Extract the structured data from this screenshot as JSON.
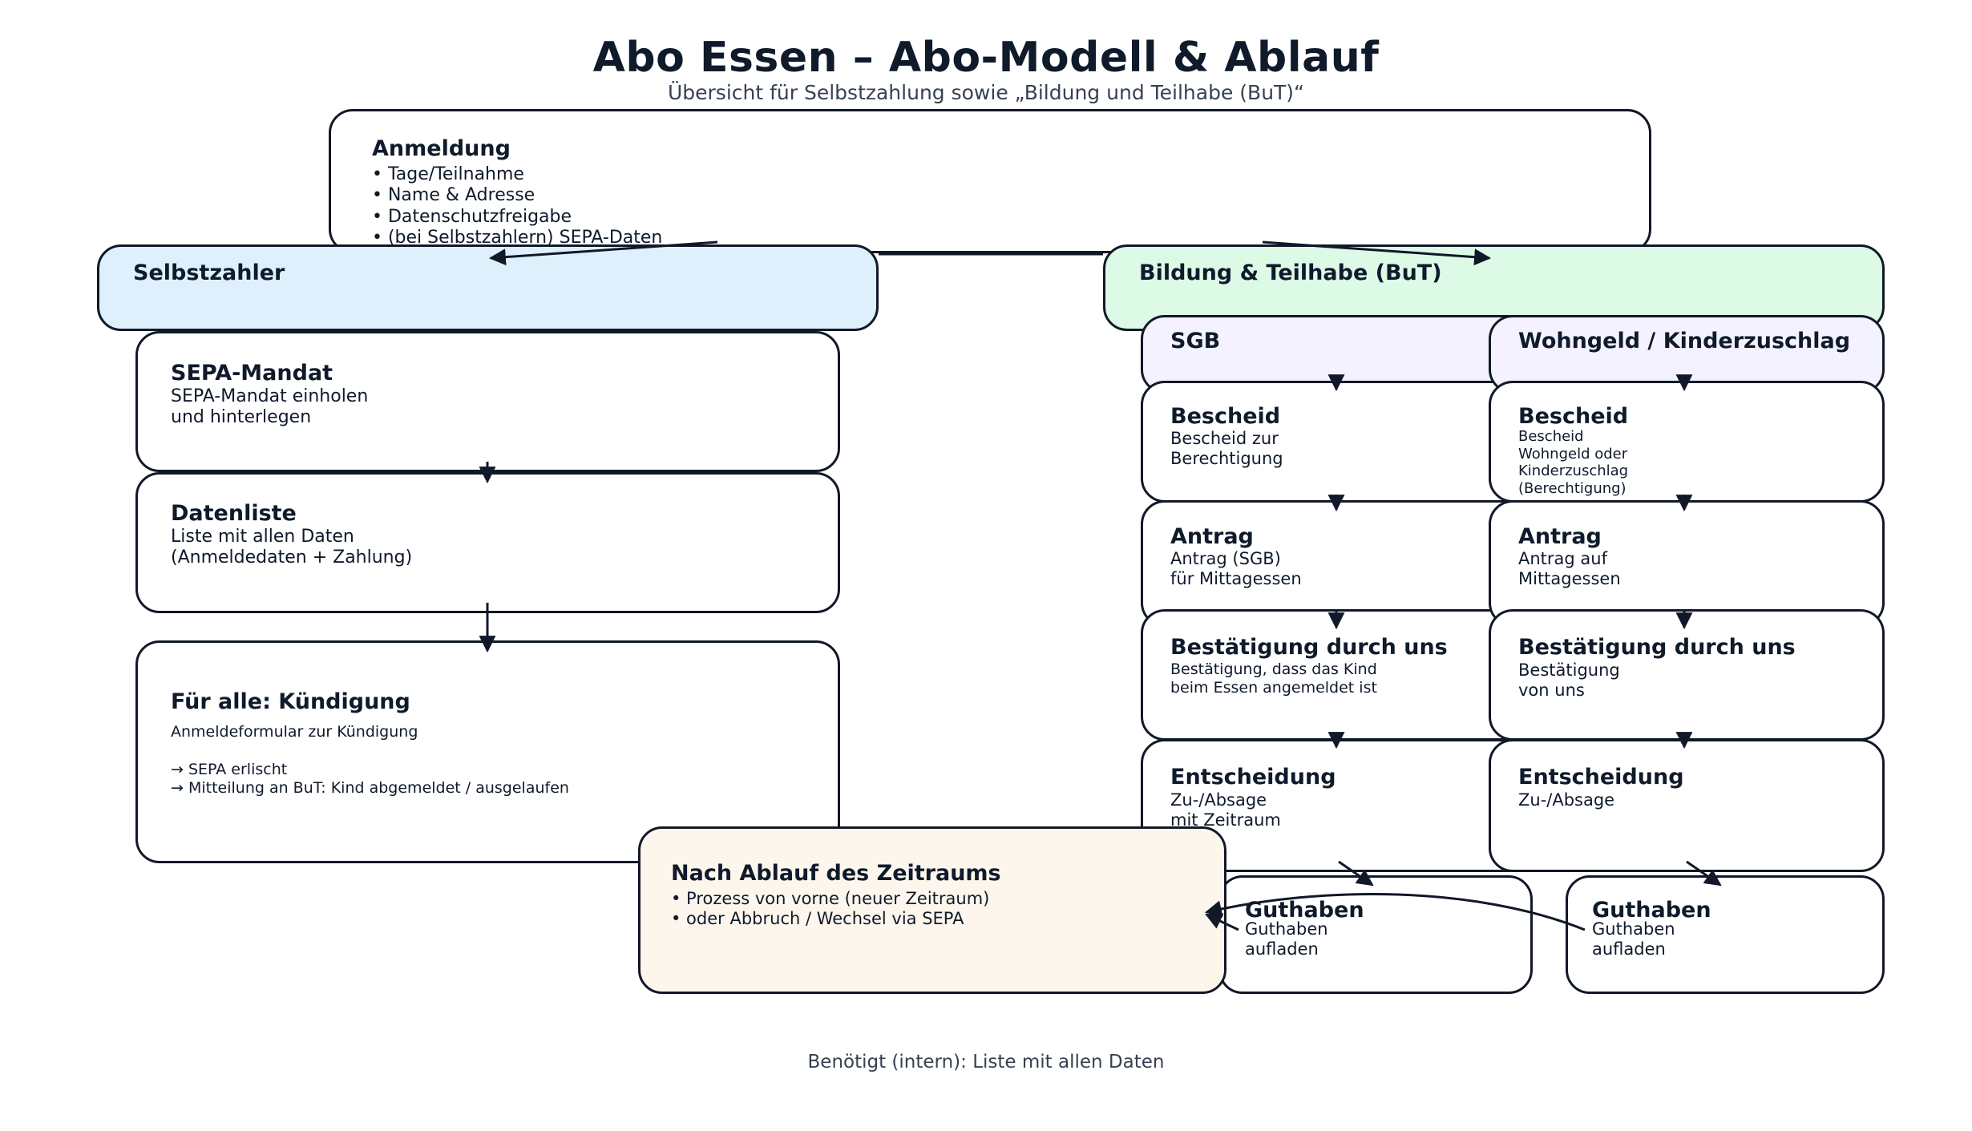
{
  "header": {
    "title": "Abo Essen – Abo-Modell & Ablauf",
    "subtitle": "Übersicht für Selbstzahlung sowie „Bildung und Teilhabe (BuT)“"
  },
  "anmeldung": {
    "title": "Anmeldung",
    "items": [
      "• Tage/Teilnahme",
      "• Name & Adresse",
      "• Datenschutzfreigabe",
      "• (bei Selbstzahlern) SEPA-Daten"
    ]
  },
  "selbstzahler": {
    "title": "Selbstzahler",
    "sepa": {
      "title": "SEPA-Mandat",
      "lines": [
        "SEPA-Mandat einholen",
        "und hinterlegen"
      ]
    },
    "datenliste": {
      "title": "Datenliste",
      "lines": [
        "Liste mit allen Daten",
        "(Anmeldedaten + Zahlung)"
      ]
    },
    "kuendigung": {
      "title": "Für alle: Kündigung",
      "intro": "Anmeldeformular zur Kündigung",
      "lines": [
        "→ SEPA erlischt",
        "→ Mitteilung an BuT: Kind abgemeldet / ausgelaufen"
      ]
    }
  },
  "but": {
    "title": "Bildung & Teilhabe (BuT)",
    "sgb": {
      "title": "SGB",
      "bescheid": {
        "title": "Bescheid",
        "lines": [
          "Bescheid zur",
          "Berechtigung"
        ]
      },
      "antrag": {
        "title": "Antrag",
        "lines": [
          "Antrag (SGB)",
          "für Mittagessen"
        ]
      },
      "bestaetigung": {
        "title": "Bestätigung durch uns",
        "lines": [
          "Bestätigung, dass das Kind",
          "beim Essen angemeldet ist"
        ]
      },
      "entscheidung": {
        "title": "Entscheidung",
        "lines": [
          "Zu-/Absage",
          "mit Zeitraum"
        ]
      },
      "guthaben": {
        "title": "Guthaben",
        "lines": [
          "Guthaben",
          "aufladen"
        ]
      }
    },
    "wohngeld": {
      "title": "Wohngeld / Kinderzuschlag",
      "bescheid": {
        "title": "Bescheid",
        "lines": [
          "Bescheid",
          "Wohngeld oder",
          "Kinderzuschlag",
          "(Berechtigung)"
        ]
      },
      "antrag": {
        "title": "Antrag",
        "lines": [
          "Antrag auf",
          "Mittagessen"
        ]
      },
      "bestaetigung": {
        "title": "Bestätigung durch uns",
        "lines": [
          "Bestätigung",
          "von uns"
        ]
      },
      "entscheidung": {
        "title": "Entscheidung",
        "lines": [
          "Zu-/Absage"
        ]
      },
      "guthaben": {
        "title": "Guthaben",
        "lines": [
          "Guthaben",
          "aufladen"
        ]
      }
    }
  },
  "ablauf": {
    "title": "Nach Ablauf des Zeitraums",
    "lines": [
      "• Prozess von vorne (neuer Zeitraum)",
      "• oder Abbruch / Wechsel via SEPA"
    ]
  },
  "footer": {
    "note": "Benötigt (intern): Liste mit allen Daten"
  },
  "colors": {
    "stroke": "#111827",
    "text": "#0f1a2b",
    "selbstzahler_fill": "#dff0fd",
    "but_fill": "#dcfae6",
    "subheader_fill": "#f3f2fe",
    "ablauf_fill": "#fdf6ec"
  }
}
